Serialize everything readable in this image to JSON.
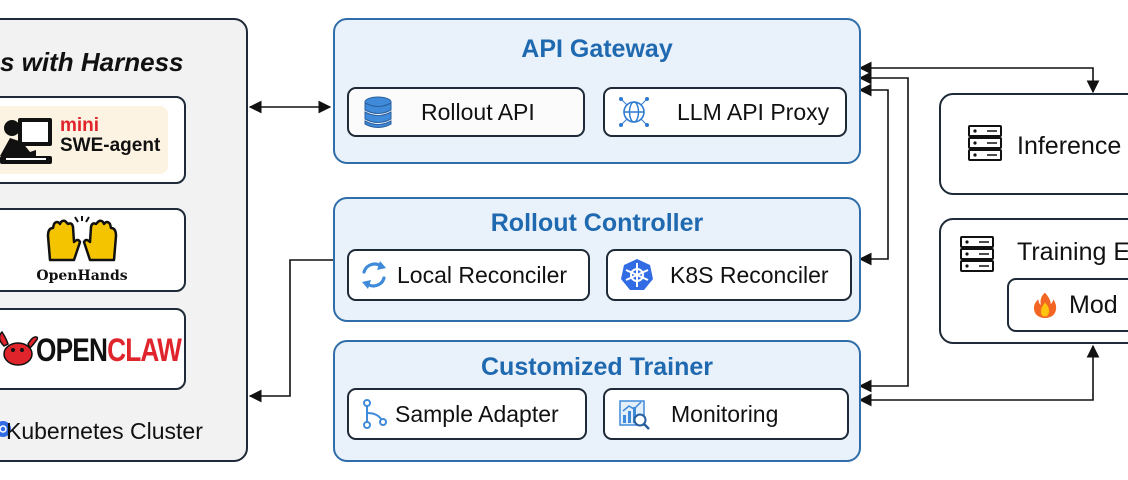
{
  "left_panel": {
    "title": "s with Harness",
    "harnesses": [
      {
        "name": "mini-swe-agent",
        "line1": "mini",
        "line2": "SWE-agent"
      },
      {
        "name": "openhands",
        "label": "OpenHands"
      },
      {
        "name": "openclaw",
        "label_a": "OPEN",
        "label_b": "CLAW"
      }
    ],
    "footer": "Kubernetes Cluster"
  },
  "api_gateway": {
    "title": "API Gateway",
    "items": [
      "Rollout API",
      "LLM API Proxy"
    ]
  },
  "rollout_controller": {
    "title": "Rollout Controller",
    "items": [
      "Local Reconciler",
      "K8S Reconciler"
    ]
  },
  "customized_trainer": {
    "title": "Customized Trainer",
    "items": [
      "Sample Adapter",
      "Monitoring"
    ]
  },
  "right": {
    "inference": "Inference",
    "training": "Training E",
    "model": "Mod"
  },
  "colors": {
    "accent": "#1f69b0",
    "panel_bg": "#e9f1fa",
    "border": "#1e2a38",
    "openclaw_red": "#e0242c"
  }
}
